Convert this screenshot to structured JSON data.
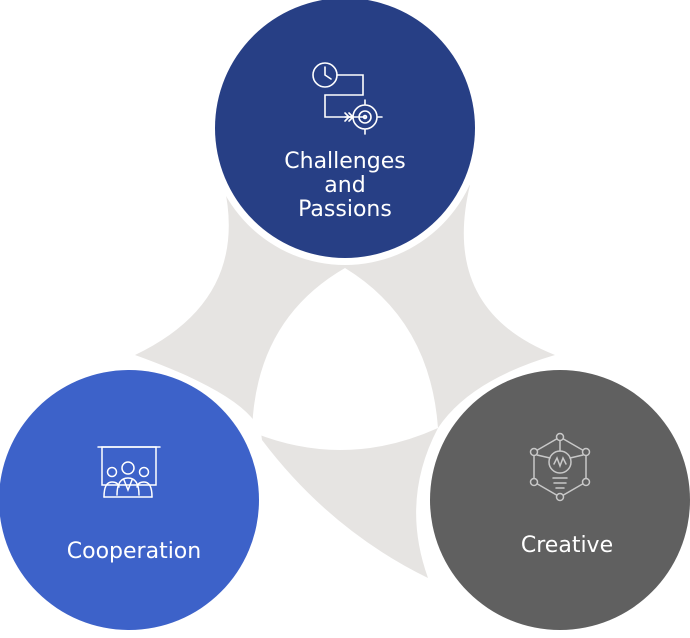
{
  "diagram": {
    "colors": {
      "connector": "#e6e4e2",
      "ring": "#ffffff",
      "top": "#273f85",
      "left": "#3d62c9",
      "right": "#606060",
      "icon_stroke": "#ffffff",
      "icon_stroke_dark": "#c8c8c8"
    },
    "nodes": {
      "top": {
        "label_lines": [
          "Challenges",
          "and",
          "Passions"
        ],
        "icon": "clock-target-icon"
      },
      "left": {
        "label": "Cooperation",
        "icon": "team-presentation-icon"
      },
      "right": {
        "label": "Creative",
        "icon": "lightbulb-network-icon"
      }
    }
  }
}
